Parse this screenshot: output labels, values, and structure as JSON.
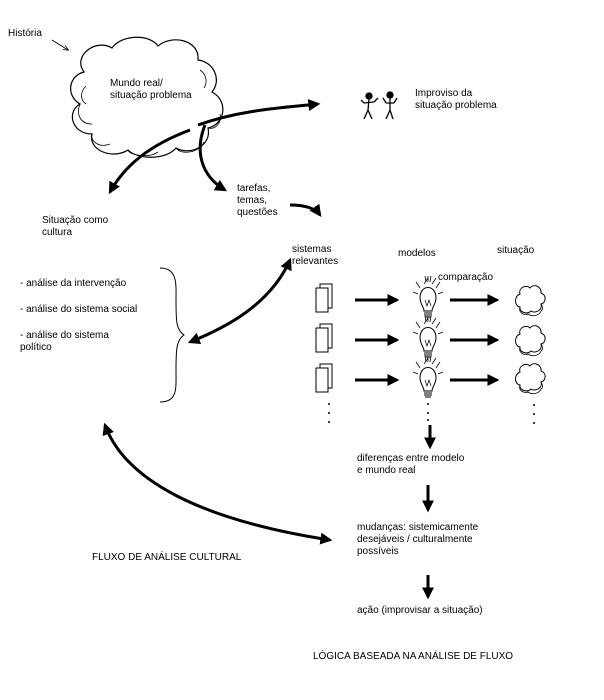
{
  "labels": {
    "historia": "História",
    "mundo_real": "Mundo real/\nsituação problema",
    "improviso": "Improviso da\nsituação problema",
    "situacao_cultura": "Situação como\ncultura",
    "tarefas": "tarefas,\ntemas,\nquestões",
    "sistemas_relevantes": "sistemas\nrelevantes",
    "modelos": "modelos",
    "situacao": "situação",
    "comparacao": "comparação",
    "analise_intervencao": "- análise da intervenção",
    "analise_social": "- análise do sistema social",
    "analise_politico": "- análise do sistema\npolítico",
    "diferencas": "diferenças entre modelo\ne mundo real",
    "mudancas": "mudanças: sistemicamente\ndesejáveis / culturalmente\npossíveis",
    "acao": "ação (improvisar a situação)",
    "fluxo_cultural": "FLUXO DE ANÁLISE CULTURAL",
    "logica_fluxo": "LÓGICA BASEADA NA ANÁLISE DE FLUXO"
  },
  "icons": [
    "cloud-icon",
    "stick-figures-icon",
    "document-icon",
    "lightbulb-icon",
    "small-cloud-icon"
  ],
  "colors": {
    "ink": "#000000",
    "background": "#ffffff"
  }
}
